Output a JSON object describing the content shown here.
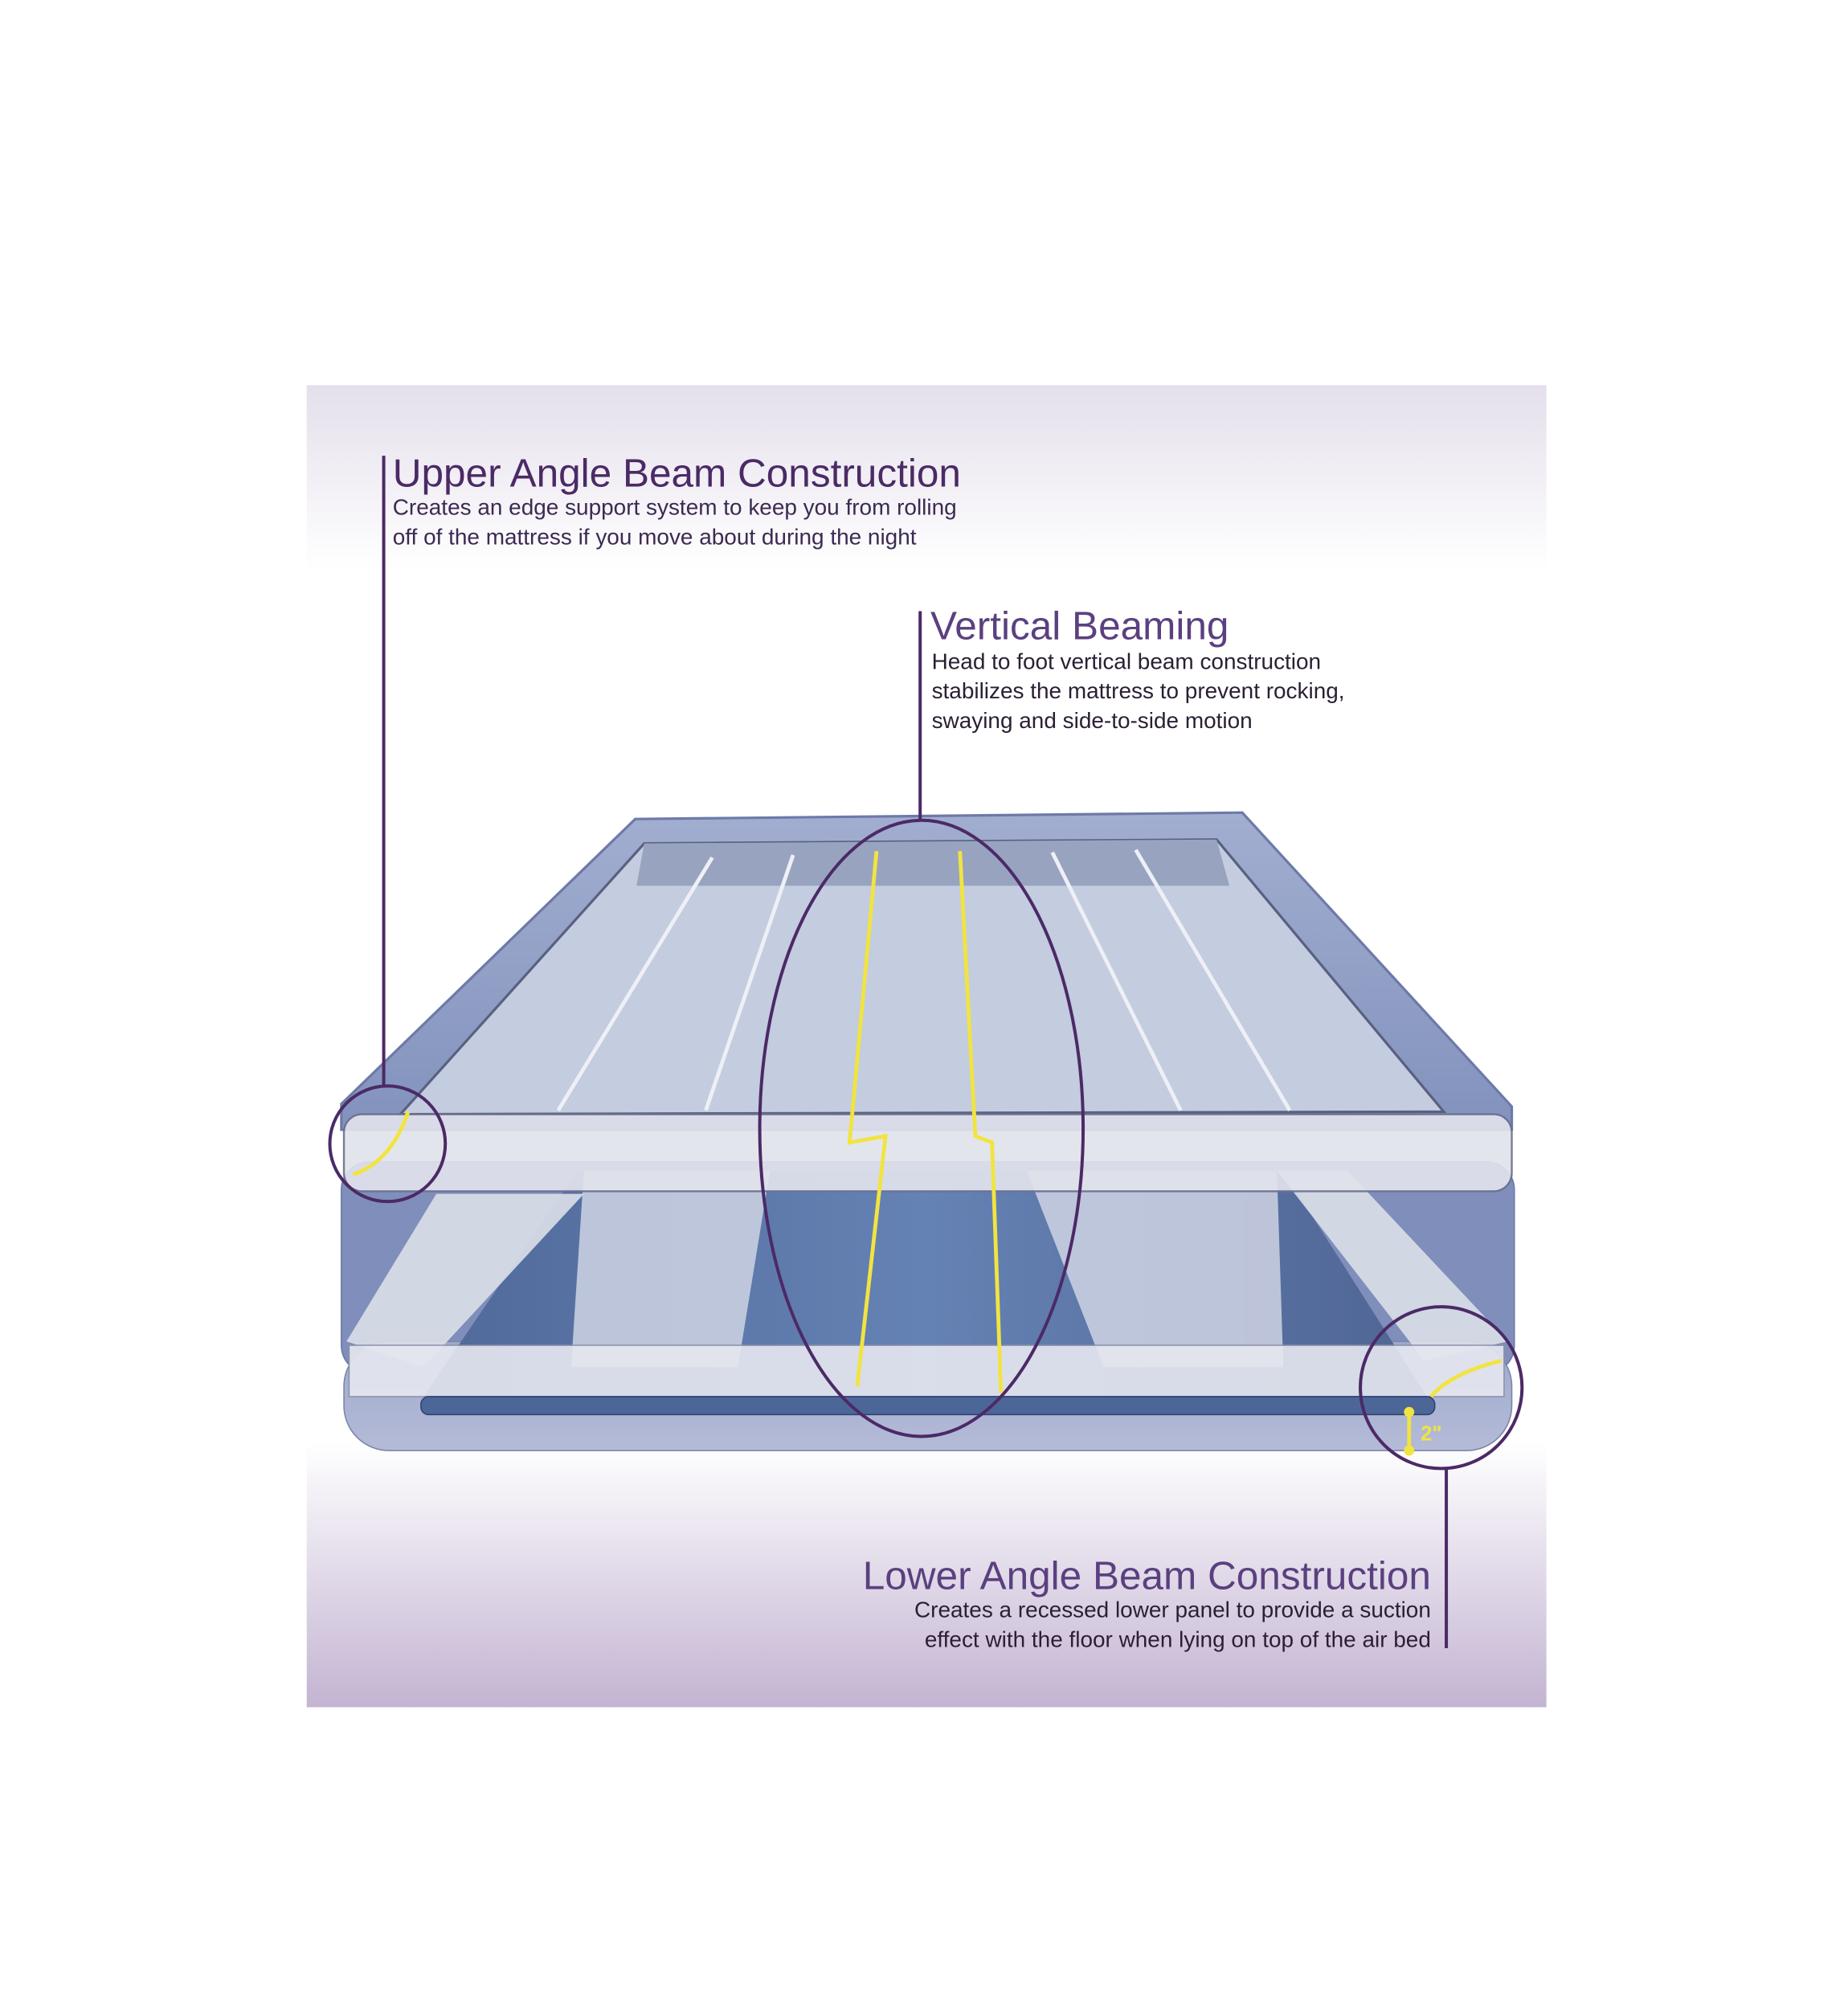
{
  "callouts": {
    "upper": {
      "title": "Upper Angle Beam Construction",
      "lines": [
        "Creates an edge support system to keep you from rolling",
        "off of the mattress if you move about during the night"
      ]
    },
    "vertical": {
      "title": "Vertical Beaming",
      "lines": [
        "Head to foot vertical beam construction",
        "stabilizes the mattress  to prevent rocking,",
        "swaying and side-to-side motion"
      ]
    },
    "lower": {
      "title": "Lower Angle Beam Construction",
      "lines": [
        "Creates a recessed lower panel to provide a suction",
        "effect with the floor when lying on top of the air bed"
      ]
    }
  },
  "measurement": "2\"",
  "colors": {
    "accent_purple": "#4b2a66",
    "highlight_yellow": "#f1e440",
    "mattress_blue": "#8592bd"
  }
}
